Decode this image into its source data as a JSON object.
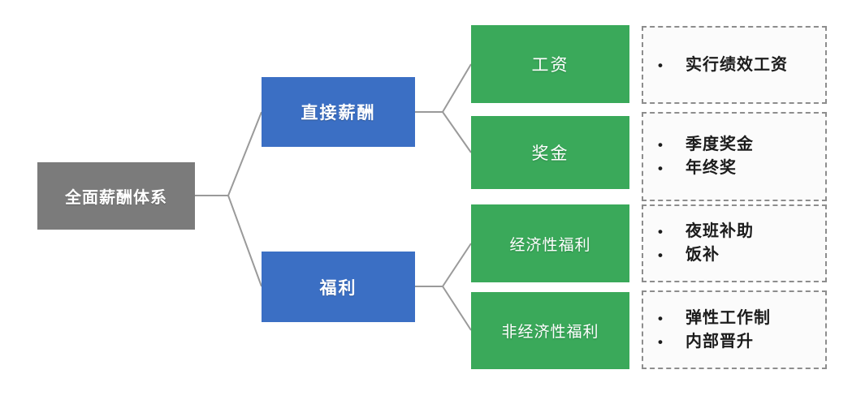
{
  "diagram": {
    "title": "全面薪酬体系",
    "root": {
      "label": "全面薪酬体系",
      "color": "#7b7b7b"
    },
    "branches": [
      {
        "label": "直接薪酬",
        "color": "#3b6fc4"
      },
      {
        "label": "福利",
        "color": "#3b6fc4"
      }
    ],
    "leaves": [
      {
        "label": "工资",
        "color": "#3aa95a"
      },
      {
        "label": "奖金",
        "color": "#3aa95a"
      },
      {
        "label": "经济性福利",
        "color": "#3aa95a"
      },
      {
        "label": "非经济性福利",
        "color": "#3aa95a"
      }
    ],
    "details": [
      {
        "bullet": "•",
        "items": [
          "实行绩效工资"
        ]
      },
      {
        "bullet": "•",
        "items": [
          "季度奖金",
          "年终奖"
        ]
      },
      {
        "bullet": "•",
        "items": [
          "夜班补助",
          "饭补"
        ]
      },
      {
        "bullet": "•",
        "items": [
          "弹性工作制",
          "内部晋升"
        ]
      }
    ],
    "connector_color": "#9a9a9a",
    "detail_border_color": "#8d8d8d"
  }
}
